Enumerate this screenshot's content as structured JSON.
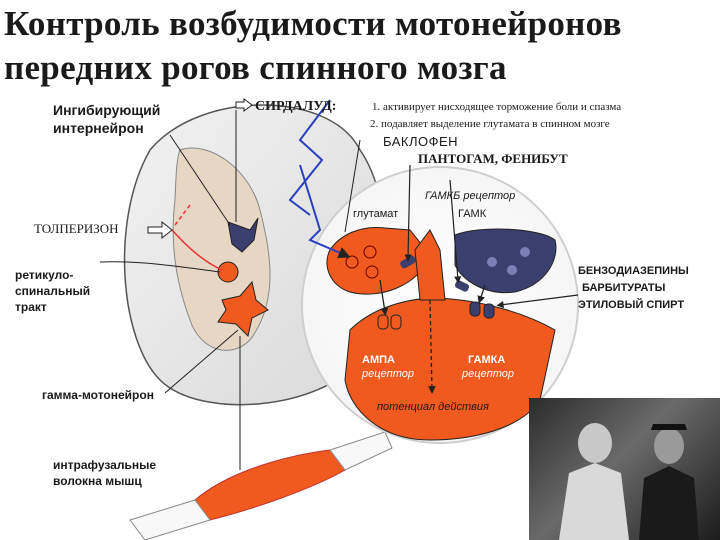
{
  "title": {
    "line1": "Контроль возбудимости мотонейронов",
    "line2": "передних рогов спинного мозга"
  },
  "labels": {
    "inhibitory": "Ингибирующий",
    "interneuron": "интернейрон",
    "tolperisone": "ТОЛПЕРИЗОН",
    "reticulo1": "ретикуло-",
    "reticulo2": "спинальный",
    "reticulo3": "тракт",
    "gamma": "гамма-мотонейрон",
    "intrafusal1": "интрафузальные",
    "intrafusal2": "волокна мышц",
    "sirdalud": "СИРДАЛУД:",
    "sirdalud1": "1. активирует нисходящее торможение боли и спазма",
    "sirdalud2": "2. подавляет выделение глутамата в спинном мозге",
    "baclofen": "БАКЛОФЕН",
    "pantogam": "ПАНТОГАМ, ФЕНИБУТ",
    "glutamate": "глутамат",
    "gabab": "ГАМКБ рецептор",
    "gaba": "ГАМК",
    "benzo": "БЕНЗОДИАЗЕПИНЫ",
    "barbit": "БАРБИТУРАТЫ",
    "ethyl": "ЭТИЛОВЫЙ СПИРТ",
    "ampa1": "АМПА",
    "ampa2": "рецептор",
    "gabaa1": "ГАМКА",
    "gabaa2": "рецептор",
    "action": "потенциал действия"
  },
  "colors": {
    "accent_orange": "#f05a1e",
    "neuron_navy": "#3a3f6e",
    "arrow_blue": "#2a3fbf"
  },
  "icons": {
    "sirdalud_arrow": "left-arrow-icon",
    "tolperisone_arrow": "right-arrow-icon"
  }
}
